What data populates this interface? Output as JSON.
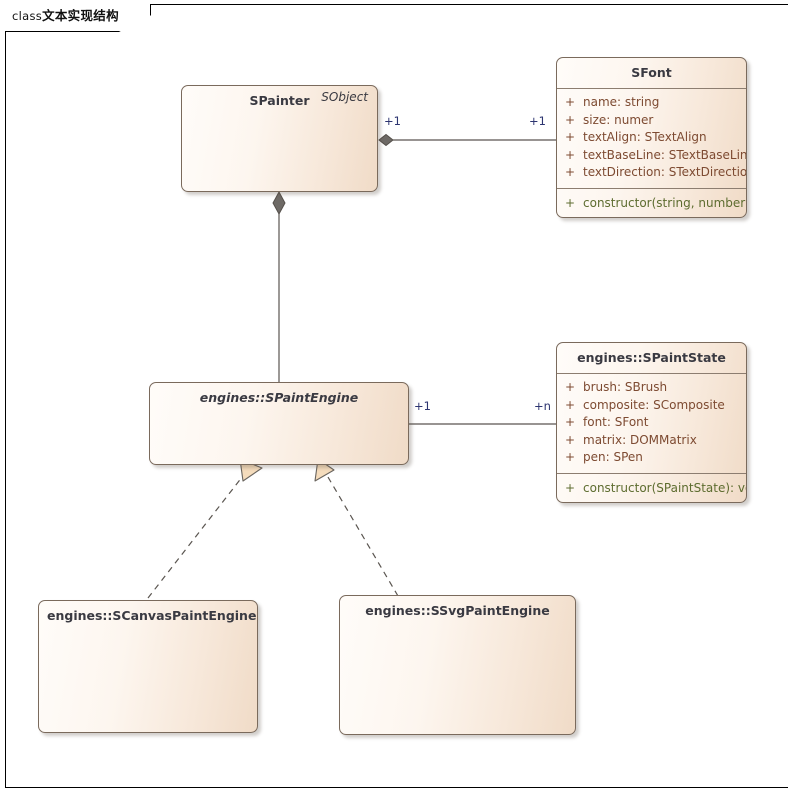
{
  "frame": {
    "title_lead": "class",
    "title": "文本实现结构"
  },
  "classes": [
    {
      "key": "spainter",
      "name": "SPainter",
      "stereotype": "SObject",
      "abstract": false,
      "attributes": [],
      "operations": []
    },
    {
      "key": "sfont",
      "name": "SFont",
      "stereotype": "",
      "abstract": false,
      "attributes": [
        {
          "vis": "+",
          "text": "name: string"
        },
        {
          "vis": "+",
          "text": "size: numer"
        },
        {
          "vis": "+",
          "text": "textAlign: STextAlign"
        },
        {
          "vis": "+",
          "text": "textBaseLine: STextBaseLine"
        },
        {
          "vis": "+",
          "text": "textDirection: STextDirection"
        }
      ],
      "operations": [
        {
          "vis": "+",
          "text": "constructor(string, number): void"
        }
      ]
    },
    {
      "key": "spaintengine",
      "name": "engines::SPaintEngine",
      "stereotype": "",
      "abstract": true,
      "attributes": [],
      "operations": []
    },
    {
      "key": "spaintstate",
      "name": "engines::SPaintState",
      "stereotype": "",
      "abstract": false,
      "attributes": [
        {
          "vis": "+",
          "text": "brush: SBrush"
        },
        {
          "vis": "+",
          "text": "composite: SComposite"
        },
        {
          "vis": "+",
          "text": "font: SFont"
        },
        {
          "vis": "+",
          "text": "matrix: DOMMatrix"
        },
        {
          "vis": "+",
          "text": "pen: SPen"
        }
      ],
      "operations": [
        {
          "vis": "+",
          "text": "constructor(SPaintState): void"
        }
      ]
    },
    {
      "key": "scanvaspaintengine",
      "name": "engines::SCanvasPaintEngine",
      "stereotype": "",
      "abstract": false,
      "attributes": [],
      "operations": []
    },
    {
      "key": "ssvgpaintengine",
      "name": "engines::SSvgPaintEngine",
      "stereotype": "",
      "abstract": false,
      "attributes": [],
      "operations": []
    }
  ],
  "relationships": [
    {
      "key": "painter-font",
      "type": "composition",
      "source": "SPainter",
      "target": "SFont",
      "source_multiplicity": "+1",
      "target_multiplicity": "+1"
    },
    {
      "key": "painter-engine",
      "type": "composition",
      "source": "SPainter",
      "target": "engines::SPaintEngine",
      "source_multiplicity": "",
      "target_multiplicity": ""
    },
    {
      "key": "engine-state",
      "type": "association",
      "source": "engines::SPaintEngine",
      "target": "engines::SPaintState",
      "source_multiplicity": "+1",
      "target_multiplicity": "+n"
    },
    {
      "key": "canvas-realize",
      "type": "realization",
      "source": "engines::SCanvasPaintEngine",
      "target": "engines::SPaintEngine",
      "source_multiplicity": "",
      "target_multiplicity": ""
    },
    {
      "key": "svg-realize",
      "type": "realization",
      "source": "engines::SSvgPaintEngine",
      "target": "engines::SPaintEngine",
      "source_multiplicity": "",
      "target_multiplicity": ""
    }
  ],
  "colors": {
    "box_fill_light": "#fffcf9",
    "box_fill_dark": "#f0dbc7",
    "box_border": "#7a6a5c",
    "attribute_text": "#7d4a31",
    "operation_text": "#5d6c2f",
    "class_name_text": "#3a3a42",
    "multiplicity_text": "#2c3470",
    "connector_line": "#5a5550",
    "diamond_fill": "#6e6a66",
    "realization_head_fill": "#f5dcbc"
  }
}
